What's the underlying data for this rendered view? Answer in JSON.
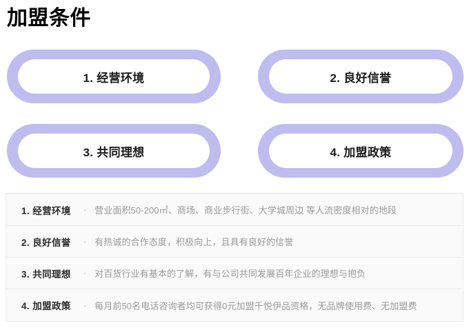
{
  "page": {
    "title": "加盟条件",
    "accent_color": "#bfbcf0",
    "background_color": "#ffffff"
  },
  "pills": [
    {
      "label": "1. 经营环境"
    },
    {
      "label": "2. 良好信誉"
    },
    {
      "label": "3. 共同理想"
    },
    {
      "label": "4. 加盟政策"
    }
  ],
  "details": {
    "separator": "·",
    "rows": [
      {
        "label": "1. 经营环境",
        "description": "营业面积50-200㎡、商场、商业步行街、大学城周边 等人流密度相对的地段"
      },
      {
        "label": "2. 良好信誉",
        "description": "有热诚的合作态度，积极向上，且具有良好的信誉"
      },
      {
        "label": "3. 共同理想",
        "description": "对百货行业有基本的了解，有与公司共同发展百年企业的理想与抱负"
      },
      {
        "label": "4. 加盟政策",
        "description": "每月前50名电话咨询者均可获得0元加盟千悦伊品资格，无品牌使用费、无加盟费"
      }
    ]
  }
}
